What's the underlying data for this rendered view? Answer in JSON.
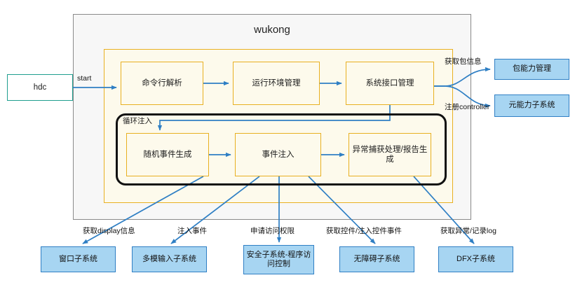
{
  "diagram": {
    "title": "wukong",
    "type": "architecture-flow"
  },
  "entry": {
    "hdc_label": "hdc",
    "start_label": "start"
  },
  "pipeline": {
    "container_title": "wukong",
    "stages": [
      {
        "id": "cmd",
        "label": "命令行解析"
      },
      {
        "id": "env",
        "label": "运行环境管理"
      },
      {
        "id": "sysapi",
        "label": "系统接口管理"
      }
    ]
  },
  "loop": {
    "label": "循环注入",
    "stages": [
      {
        "id": "random",
        "label": "随机事件生成"
      },
      {
        "id": "inject",
        "label": "事件注入"
      },
      {
        "id": "report",
        "label": "异常捕获处理/报告生成"
      }
    ]
  },
  "right_subsystems": [
    {
      "id": "pkg",
      "label": "包能力管理",
      "edge_label": "获取包信息"
    },
    {
      "id": "meta",
      "label": "元能力子系统",
      "edge_label": "注册controller"
    }
  ],
  "bottom_subsystems": [
    {
      "id": "window",
      "label": "窗口子系统",
      "edge_label": "获取display信息"
    },
    {
      "id": "multi",
      "label": "多模输入子系统",
      "edge_label": "注入事件"
    },
    {
      "id": "sec",
      "label": "安全子系统-程序访问控制",
      "edge_label": "申请访问权限"
    },
    {
      "id": "acc",
      "label": "无障碍子系统",
      "edge_label": "获取控件/注入控件事件"
    },
    {
      "id": "dfx",
      "label": "DFX子系统",
      "edge_label": "获取异常/记录log"
    }
  ],
  "colors": {
    "arrow": "#2f7fc4",
    "yellow_border": "#e8b021",
    "yellow_fill": "#fdfaec",
    "grey_fill": "#f7f7f7",
    "grey_border": "#8a8a8a",
    "blue_fill": "#a7d5f2",
    "blue_border": "#2f7fc4",
    "teal_border": "#1f9e8f",
    "loop_border": "#111111"
  }
}
